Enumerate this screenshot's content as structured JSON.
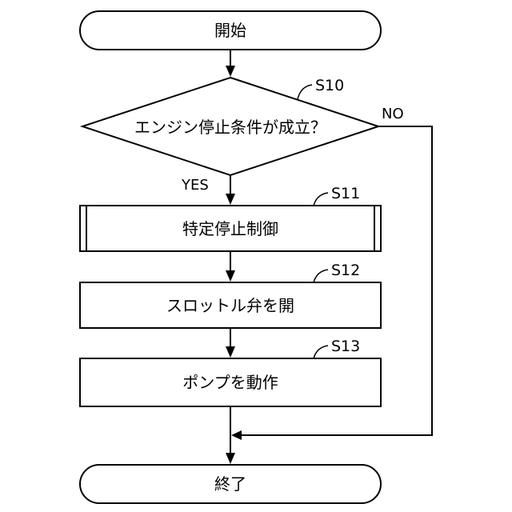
{
  "flowchart": {
    "start": "開始",
    "decision": "エンジン停止条件が成立？",
    "branch_yes": "YES",
    "branch_no": "NO",
    "process_1": "特定停止制御",
    "process_2": "スロットル弁を開",
    "process_3": "ポンプを動作",
    "end": "終了"
  },
  "step_labels": {
    "decision": "S10",
    "process_1": "S11",
    "process_2": "S12",
    "process_3": "S13"
  }
}
